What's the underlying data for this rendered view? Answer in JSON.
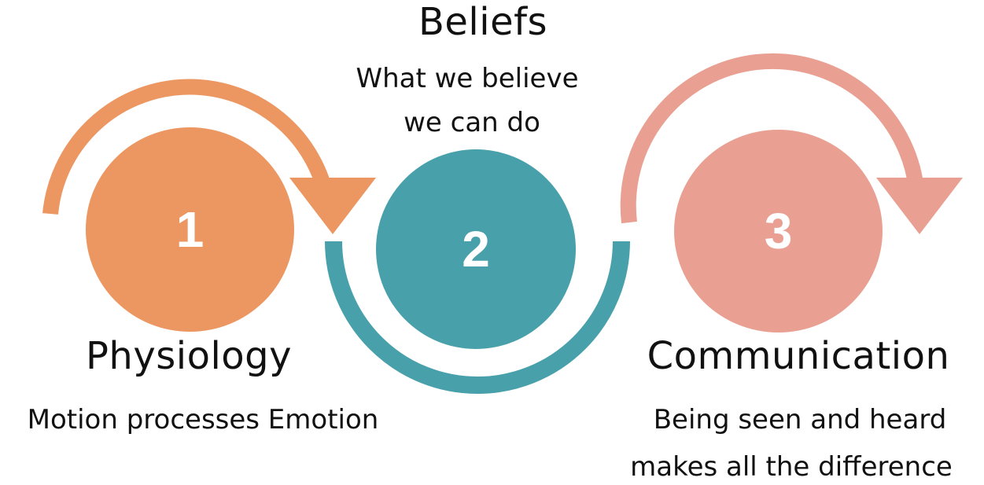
{
  "colors": {
    "step1": "#EC9762",
    "step2": "#48A0AA",
    "step3": "#E9A092"
  },
  "steps": [
    {
      "number": "1",
      "title": "Physiology",
      "lines": [
        "Motion processes Emotion"
      ]
    },
    {
      "number": "2",
      "title": "Beliefs",
      "lines": [
        "What we believe",
        "we can do"
      ]
    },
    {
      "number": "3",
      "title": "Communication",
      "lines": [
        "Being seen and heard",
        "makes all the difference"
      ]
    }
  ]
}
